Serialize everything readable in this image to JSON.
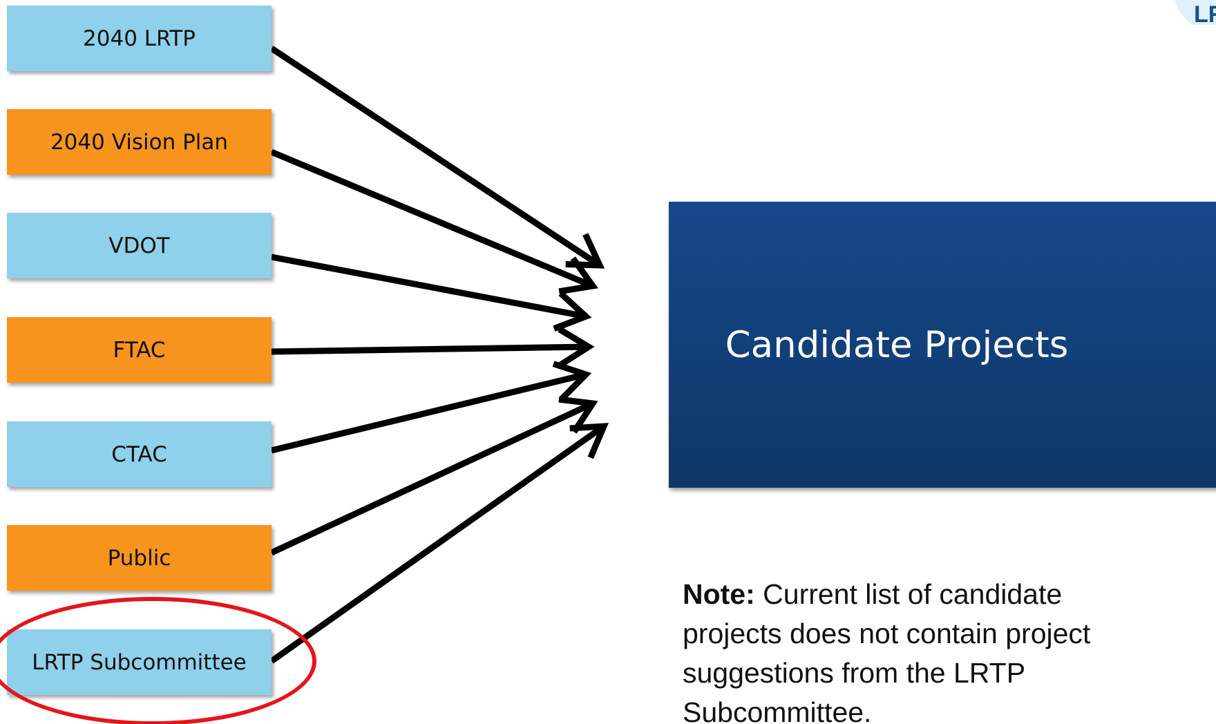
{
  "sources": [
    {
      "label": "2040 LRTP",
      "color": "blue"
    },
    {
      "label": "2040 Vision Plan",
      "color": "orange"
    },
    {
      "label": "VDOT",
      "color": "blue"
    },
    {
      "label": "FTAC",
      "color": "orange"
    },
    {
      "label": "CTAC",
      "color": "blue"
    },
    {
      "label": "Public",
      "color": "orange"
    },
    {
      "label": "LRTP Subcommittee",
      "color": "blue"
    }
  ],
  "target": {
    "label": "Candidate Projects"
  },
  "note": {
    "bold_prefix": "Note:",
    "text": " Current list of candidate projects does not contain project suggestions from the LRTP Subcommittee."
  },
  "colors": {
    "box_blue": "#8fd0ea",
    "box_orange": "#f7941e",
    "target_fill": "#154580",
    "highlight": "#e3161b",
    "arrow": "#000000"
  },
  "logo": {
    "text": "LR"
  }
}
